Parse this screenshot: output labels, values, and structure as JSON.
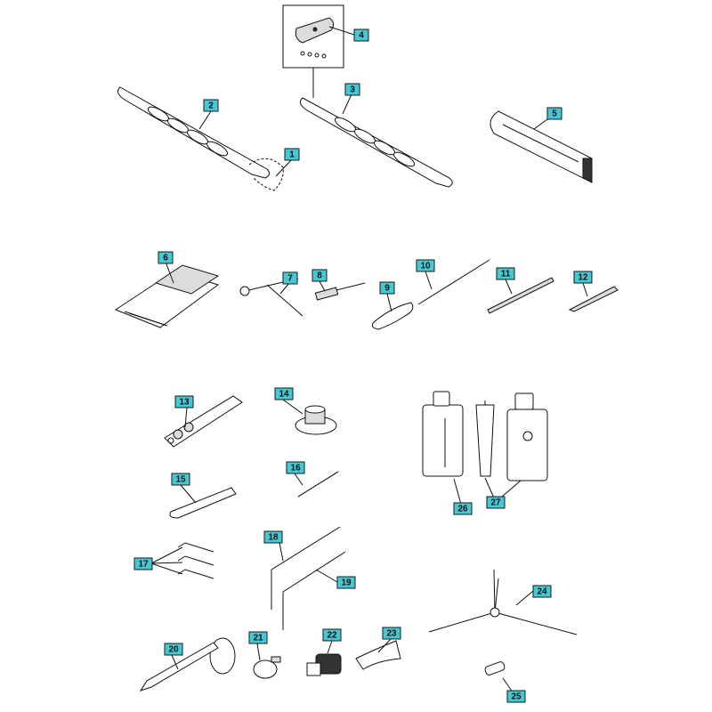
{
  "diagram": {
    "callouts": [
      {
        "id": "c1",
        "label": "1"
      },
      {
        "id": "c2",
        "label": "2"
      },
      {
        "id": "c3",
        "label": "3"
      },
      {
        "id": "c4",
        "label": "4"
      },
      {
        "id": "c5",
        "label": "5"
      },
      {
        "id": "c6",
        "label": "6"
      },
      {
        "id": "c7",
        "label": "7"
      },
      {
        "id": "c8",
        "label": "8"
      },
      {
        "id": "c9",
        "label": "9"
      },
      {
        "id": "c10",
        "label": "10"
      },
      {
        "id": "c11",
        "label": "11"
      },
      {
        "id": "c12",
        "label": "12"
      },
      {
        "id": "c13",
        "label": "13"
      },
      {
        "id": "c14",
        "label": "14"
      },
      {
        "id": "c15",
        "label": "15"
      },
      {
        "id": "c16",
        "label": "16"
      },
      {
        "id": "c17",
        "label": "17"
      },
      {
        "id": "c18",
        "label": "18"
      },
      {
        "id": "c19",
        "label": "19"
      },
      {
        "id": "c20",
        "label": "20"
      },
      {
        "id": "c21",
        "label": "21"
      },
      {
        "id": "c22",
        "label": "22"
      },
      {
        "id": "c23",
        "label": "23"
      },
      {
        "id": "c24",
        "label": "24"
      },
      {
        "id": "c25",
        "label": "25"
      },
      {
        "id": "c26",
        "label": "26"
      },
      {
        "id": "c27",
        "label": "27"
      }
    ],
    "callout_color": "#45c8d4",
    "line_color": "#111111"
  }
}
